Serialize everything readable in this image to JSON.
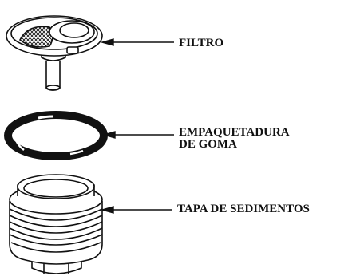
{
  "labels": {
    "filter": "FILTRO",
    "gasket_line1": "EMPAQUETADURA",
    "gasket_line2": "DE GOMA",
    "cap": "TAPA DE SEDIMENTOS"
  },
  "colors": {
    "ink": "#111111",
    "background": "#ffffff"
  },
  "icons": [
    "filter-illustration",
    "rubber-gasket-illustration",
    "sediment-cap-illustration",
    "arrow-icon"
  ]
}
